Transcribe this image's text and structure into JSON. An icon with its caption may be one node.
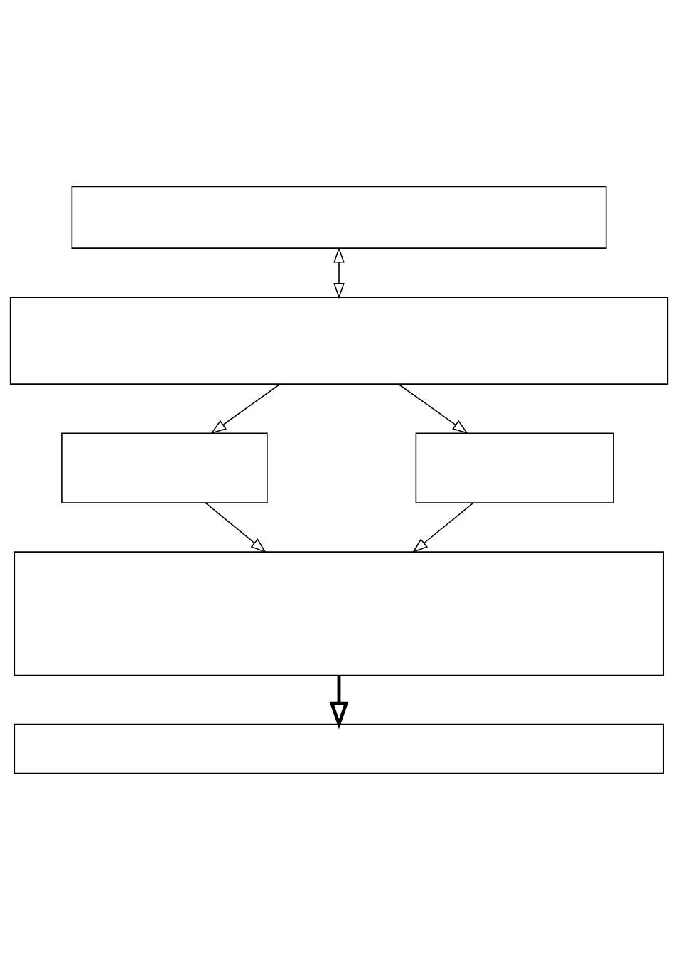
{
  "diagram": {
    "nodes": [
      {
        "text": [],
        "shape": "box"
      },
      {
        "text": [],
        "shape": "box"
      },
      {
        "text": [],
        "shape": "box"
      },
      {
        "text": [],
        "shape": "box"
      },
      {
        "text": [],
        "shape": "box"
      },
      {
        "text": [],
        "shape": "box"
      }
    ],
    "edges": [
      {
        "from": 0,
        "to": 1,
        "arrow": "both"
      },
      {
        "from": 1,
        "to": 2,
        "arrow": "to"
      },
      {
        "from": 1,
        "to": 3,
        "arrow": "to"
      },
      {
        "from": 2,
        "to": 4,
        "arrow": "to"
      },
      {
        "from": 3,
        "to": 4,
        "arrow": "to"
      },
      {
        "from": 4,
        "to": 5,
        "arrow": "to",
        "style": "thick"
      }
    ]
  }
}
